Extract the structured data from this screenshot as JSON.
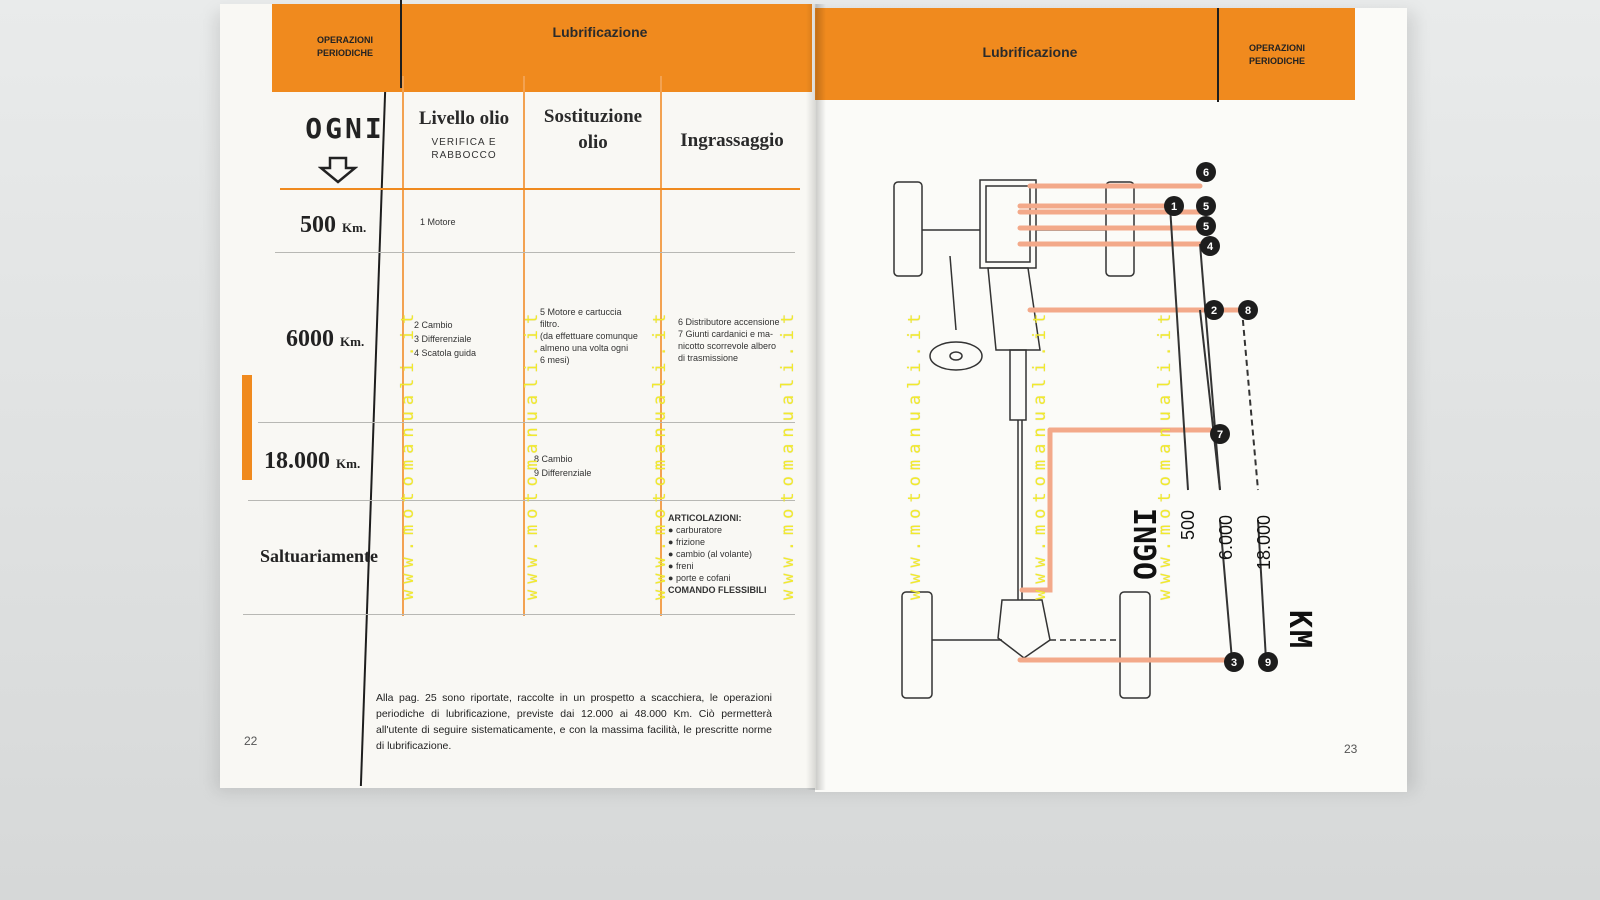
{
  "left_page": {
    "header_section": "OPERAZIONI\nPERIODICHE",
    "header_title": "Lubrificazione",
    "col_every": "OGNI",
    "col_oil_level": "Livello olio",
    "col_oil_level_sub": "VERIFICA E\nRABBOCCO",
    "col_oil_change": "Sostituzione\nolio",
    "col_grease": "Ingrassaggio",
    "rows": [
      {
        "interval": "500",
        "unit": "Km.",
        "oil_level": "1 Motore",
        "oil_change": "",
        "grease": ""
      },
      {
        "interval": "6000",
        "unit": "Km.",
        "oil_level": "2 Cambio\n3 Differenziale\n4 Scatola guida",
        "oil_change": "5 Motore e cartuccia\n   filtro.\n(da effettuare comunque\nalmeno una volta ogni\n6 mesi)",
        "grease": "6 Distributore accensione\n7 Giunti cardanici e ma-\n   nicotto scorrevole albero\n   di trasmissione"
      },
      {
        "interval": "18.000",
        "unit": "Km.",
        "oil_level": "",
        "oil_change": "8 Cambio\n9 Differenziale",
        "grease": ""
      },
      {
        "interval": "Saltuariamente",
        "unit": "",
        "oil_level": "",
        "oil_change": "",
        "grease_title": "ARTICOLAZIONI:",
        "grease_items": [
          "carburatore",
          "frizione",
          "cambio (al volante)",
          "freni",
          "porte e cofani"
        ],
        "grease_footer": "COMANDO FLESSIBILI"
      }
    ],
    "note": "Alla pag. 25 sono riportate, raccolte in un prospetto a scacchiera, le operazioni periodiche di lubrificazione, previste dai 12.000 ai 48.000 Km. Ciò permetterà all'utente di seguire sistematicamente, e con la massima facilità, le prescritte norme di lubrificazione.",
    "page_number": "22"
  },
  "right_page": {
    "header_title": "Lubrificazione",
    "header_section": "OPERAZIONI\nPERIODICHE",
    "legend_every": "OGNI",
    "legend_intervals": [
      "500",
      "6.000",
      "18.000"
    ],
    "legend_unit": "KM",
    "point_numbers": [
      "1",
      "2",
      "3",
      "4",
      "5",
      "5",
      "6",
      "7",
      "8",
      "9"
    ],
    "page_number": "23"
  },
  "watermark": "www.motomanuali.it",
  "colors": {
    "orange": "#f08a1e",
    "salmon": "#f3a98a",
    "ink": "#222222",
    "watermark": "#f2ea2c"
  }
}
